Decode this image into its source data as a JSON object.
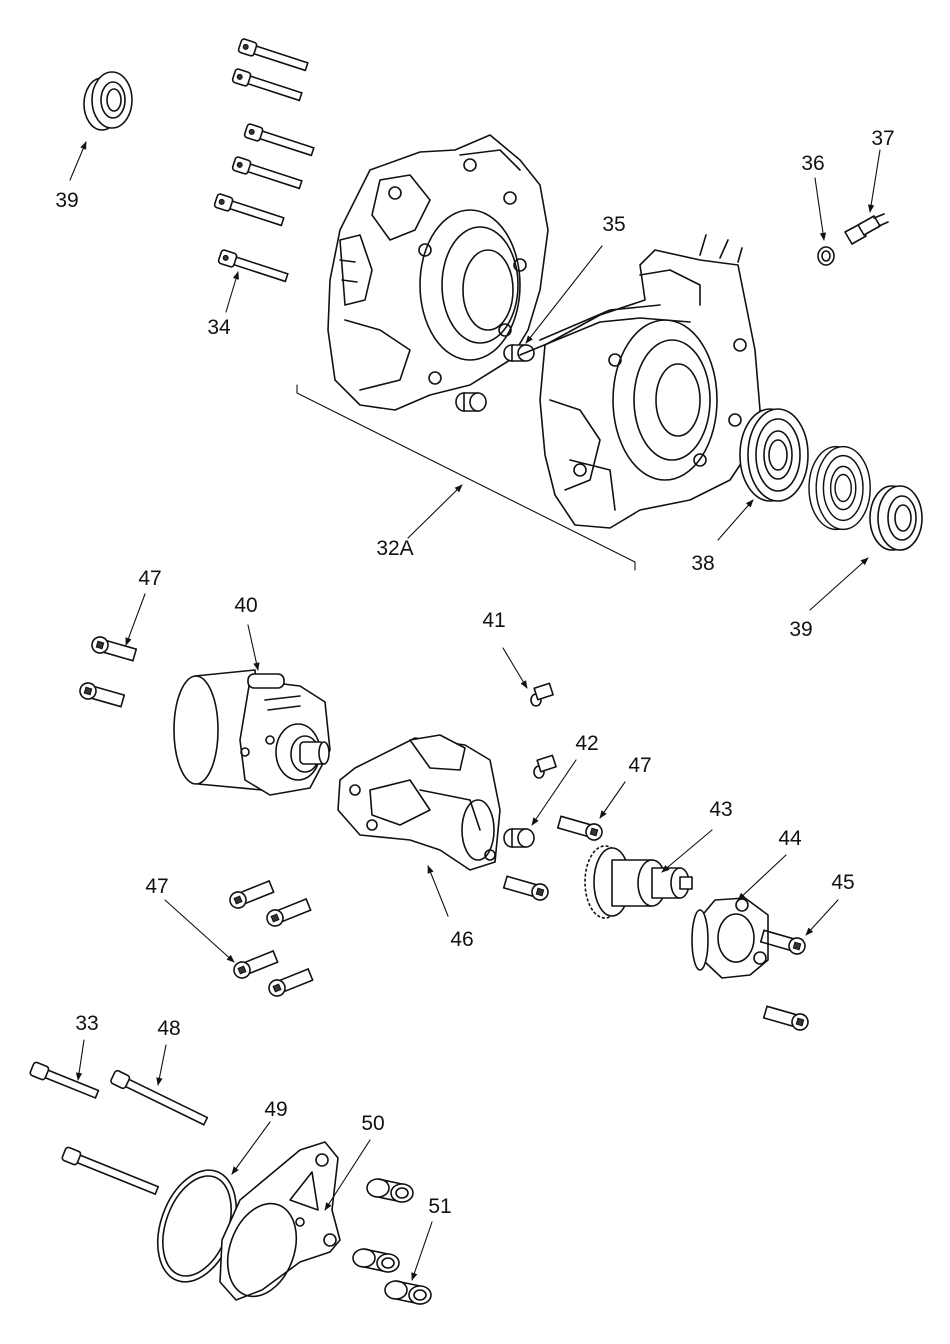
{
  "labels": {
    "l39a": "39",
    "l34": "34",
    "l35": "35",
    "l36": "36",
    "l37": "37",
    "l32a": "32A",
    "l38": "38",
    "l39b": "39",
    "l47a": "47",
    "l40": "40",
    "l41": "41",
    "l42": "42",
    "l47b": "47",
    "l43": "43",
    "l44": "44",
    "l45": "45",
    "l47c": "47",
    "l46": "46",
    "l33": "33",
    "l48": "48",
    "l49": "49",
    "l50": "50",
    "l51": "51"
  }
}
